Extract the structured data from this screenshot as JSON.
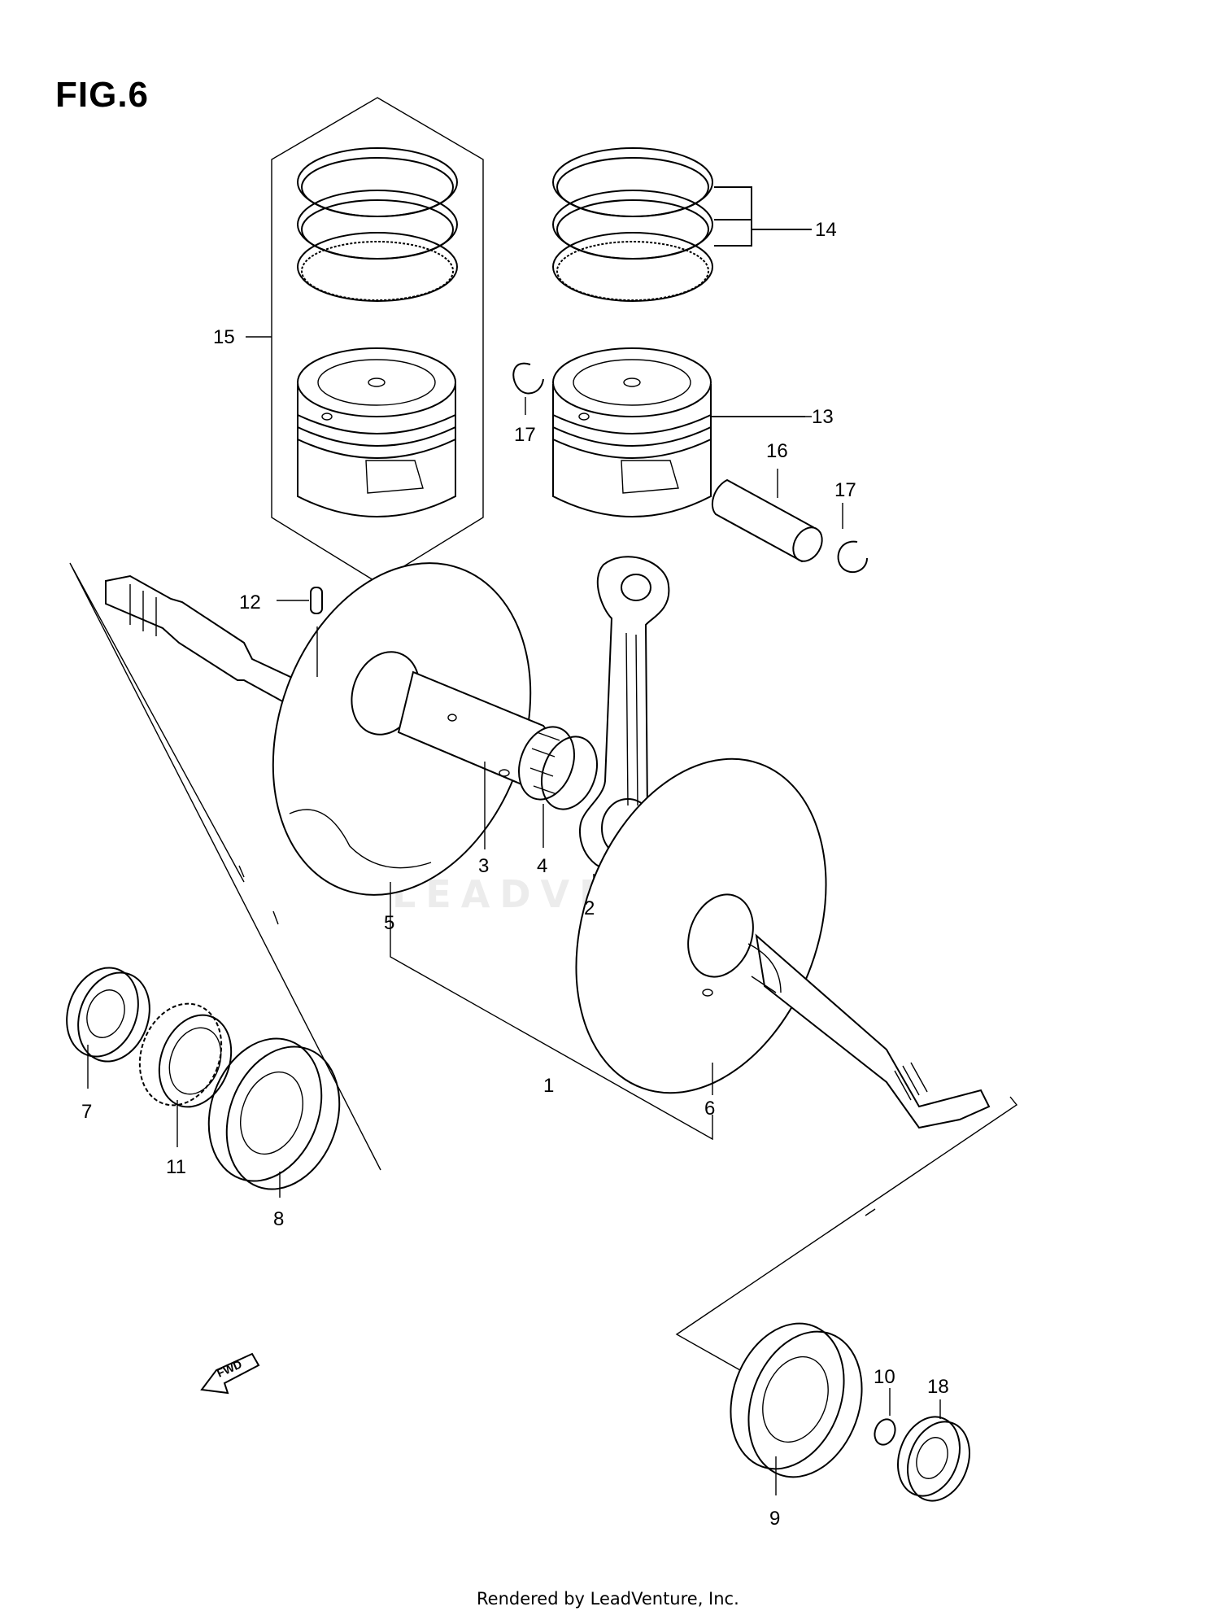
{
  "figure_title": "FIG.6",
  "footer_credit": "Rendered by LeadVenture, Inc.",
  "watermark": "LEADVENTURE",
  "fwd_label": "FWD",
  "callouts": [
    {
      "id": "c1",
      "label": "1"
    },
    {
      "id": "c2",
      "label": "2"
    },
    {
      "id": "c3",
      "label": "3"
    },
    {
      "id": "c4",
      "label": "4"
    },
    {
      "id": "c5",
      "label": "5"
    },
    {
      "id": "c6",
      "label": "6"
    },
    {
      "id": "c7",
      "label": "7"
    },
    {
      "id": "c8",
      "label": "8"
    },
    {
      "id": "c9",
      "label": "9"
    },
    {
      "id": "c10",
      "label": "10"
    },
    {
      "id": "c11",
      "label": "11"
    },
    {
      "id": "c12",
      "label": "12"
    },
    {
      "id": "c13",
      "label": "13"
    },
    {
      "id": "c14",
      "label": "14"
    },
    {
      "id": "c15",
      "label": "15"
    },
    {
      "id": "c16",
      "label": "16"
    },
    {
      "id": "c17a",
      "label": "17"
    },
    {
      "id": "c17b",
      "label": "17"
    },
    {
      "id": "c18",
      "label": "18"
    }
  ]
}
